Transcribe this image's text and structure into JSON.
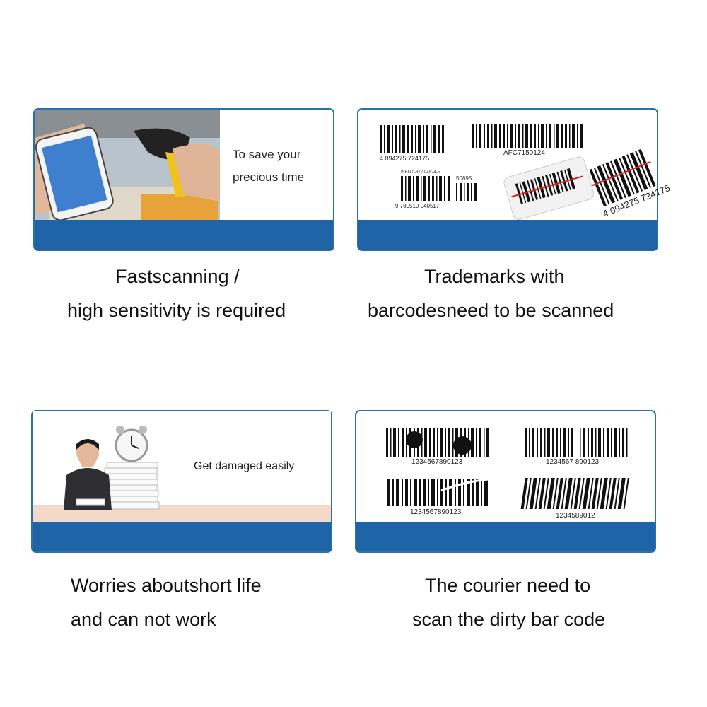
{
  "panels": [
    {
      "note": [
        "To save your",
        "precious time"
      ],
      "caption": [
        "Fastscanning  /",
        "high sensitivity is required"
      ]
    },
    {
      "barcode_numbers": [
        "4  094275  724175",
        "AFC7150124",
        "ISBN 0-8120-4824-5",
        "50895",
        "9 780519 040517",
        "4 094275 724175"
      ],
      "caption": [
        "Trademarks with",
        "barcodesneed to be scanned"
      ]
    },
    {
      "note": [
        "Get damaged easily"
      ],
      "caption": [
        "Worries aboutshort life",
        "and can not work"
      ]
    },
    {
      "barcode_numbers": [
        "1234567890123",
        "1234567 890123",
        "1234567890123",
        "1234589012"
      ],
      "caption": [
        "The courier need to",
        "scan the dirty bar code"
      ]
    }
  ],
  "colors": {
    "band": "#2064a8",
    "border": "#2a6fb0"
  }
}
